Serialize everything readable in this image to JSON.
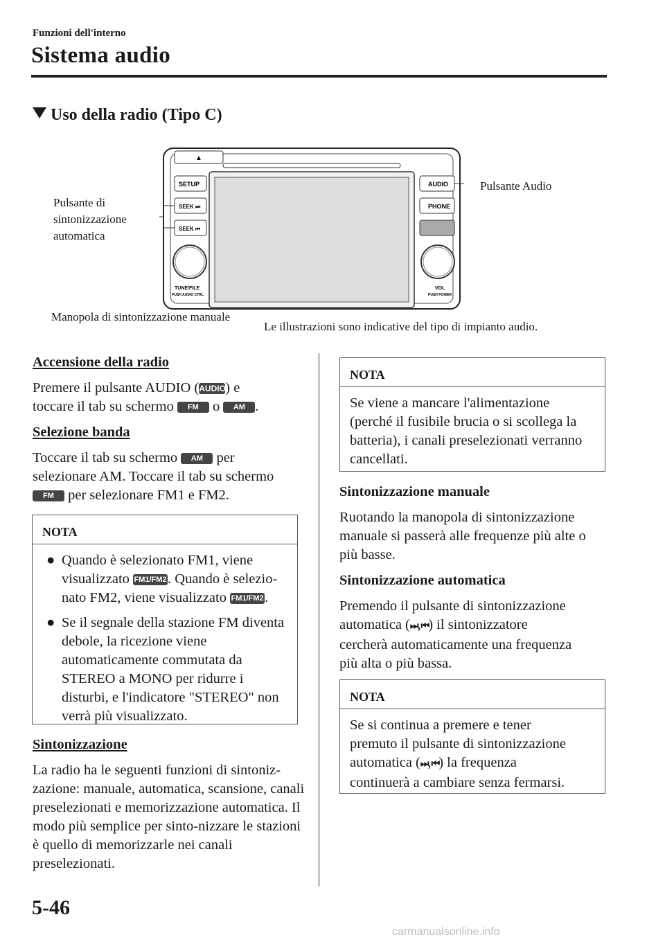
{
  "header": {
    "section": "Funzioni dell'interno",
    "title": "Sistema audio"
  },
  "heading": "Uso della radio (Tipo C)",
  "figure": {
    "label_auto_tuning": "Pulsante di\nsintonizzazione\nautomatica",
    "label_audio_button": "Pulsante Audio",
    "label_manual_knob": "Manopola di sintonizzazione manuale",
    "caption": "Le illustrazioni sono indicative del tipo di impianto audio.",
    "unit_buttons": {
      "eject": "▲",
      "setup": "SETUP",
      "seek_up": "SEEK ⏭",
      "seek_down": "SEEK ⏮",
      "audio": "AUDIO",
      "phone": "PHONE",
      "tune": "TUNE/FILE",
      "tune_sub": "PUSH  AUDIO CTRL",
      "vol": "VOL",
      "vol_sub": "PUSH  POWER"
    }
  },
  "left": {
    "power_title": "Accensione della radio",
    "power_t1": "Premere il pulsante AUDIO (",
    "power_t2": ") e",
    "power_t3": "toccare il tab su schermo ",
    "power_t4": " o ",
    "power_t5": ".",
    "band_title": "Selezione banda",
    "band_t1": "Toccare il tab su schermo ",
    "band_t2": " per",
    "band_t3": "selezionare AM. Toccare il tab su schermo",
    "band_t4": " per selezionare FM1 e FM2.",
    "note1": {
      "title": "NOTA",
      "b1_t1": "Quando è selezionato FM1, viene",
      "b1_t2": "visualizzato ",
      "b1_t3": ". Quando è selezio-",
      "b1_t4": "nato FM2, viene visualizzato ",
      "b1_t5": ".",
      "b2": "Se il segnale della stazione FM diventa debole, la ricezione viene automaticamente commutata da STEREO a MONO per ridurre i disturbi, e l'indicatore \"STEREO\" non verrà più visualizzato."
    },
    "tuning_title": "Sintonizzazione",
    "tuning_body": "La radio ha le seguenti funzioni di sintoniz-zazione: manuale, automatica, scansione, canali preselezionati e memorizzazione automatica. Il modo più semplice per sinto-nizzare le stazioni è quello di memorizzarle nei canali preselezionati."
  },
  "chips": {
    "audio": "AUDIO",
    "fm": "FM",
    "am": "AM",
    "fm1fm2": "FM1/FM2"
  },
  "right": {
    "note2": {
      "title": "NOTA",
      "body": "Se viene a mancare l'alimentazione (perché il fusibile brucia o si scollega la batteria), i canali preselezionati verranno cancellati."
    },
    "manual_title": "Sintonizzazione manuale",
    "manual_body": "Ruotando la manopola di sintonizzazione manuale si passerà alle frequenze più alte o più basse.",
    "auto_title": "Sintonizzazione automatica",
    "auto_t1": "Premendo il pulsante di sintonizzazione",
    "auto_t2": "automatica (",
    "auto_t3": ") il sintonizzatore",
    "auto_t4": "cercherà automaticamente una frequenza",
    "auto_t5": "più alta o più bassa.",
    "note3": {
      "title": "NOTA",
      "t1": "Se si continua a premere e tener",
      "t2": "premuto il pulsante di sintonizzazione",
      "t3": "automatica (",
      "t4": ") la frequenza",
      "t5": "continuerà a cambiare senza fermarsi."
    }
  },
  "symbols": {
    "next": "⏭",
    "prev": "⏮",
    "sep": ","
  },
  "page_number": "5-46",
  "watermark": "carmanualsonline.info"
}
